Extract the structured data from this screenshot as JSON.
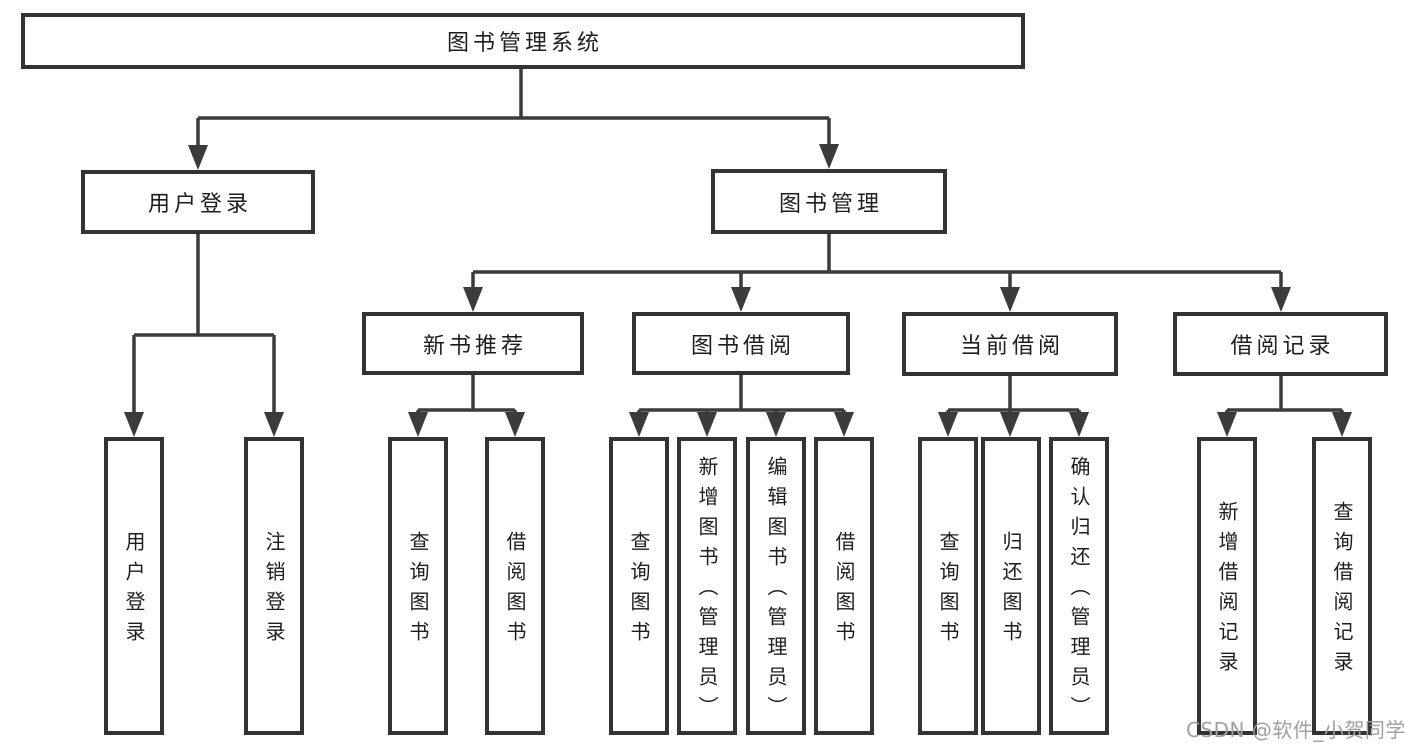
{
  "diagram": {
    "root": {
      "label": "图书管理系统"
    },
    "level2": [
      {
        "id": "user-login",
        "label": "用户登录"
      },
      {
        "id": "book-management",
        "label": "图书管理"
      }
    ],
    "level3": [
      {
        "id": "new-book-recommend",
        "label": "新书推荐"
      },
      {
        "id": "book-borrowing",
        "label": "图书借阅"
      },
      {
        "id": "current-borrowing",
        "label": "当前借阅"
      },
      {
        "id": "borrowing-records",
        "label": "借阅记录"
      }
    ],
    "leaves": [
      {
        "id": "user-login",
        "label": "用户登录"
      },
      {
        "id": "logout",
        "label": "注销登录"
      },
      {
        "id": "query-books-recommend",
        "label": "查询图书"
      },
      {
        "id": "borrow-books-recommend",
        "label": "借阅图书"
      },
      {
        "id": "query-books-borrowing",
        "label": "查询图书"
      },
      {
        "id": "add-books-admin",
        "label": "新增图书（管理员）"
      },
      {
        "id": "edit-books-admin",
        "label": "编辑图书（管理员）"
      },
      {
        "id": "borrow-books-borrowing",
        "label": "借阅图书"
      },
      {
        "id": "query-books-current",
        "label": "查询图书"
      },
      {
        "id": "return-books",
        "label": "归还图书"
      },
      {
        "id": "confirm-return-admin",
        "label": "确认归还（管理员）"
      },
      {
        "id": "add-borrow-record",
        "label": "新增借阅记录"
      },
      {
        "id": "query-borrow-record",
        "label": "查询借阅记录"
      }
    ],
    "colors": {
      "line": "#3b3b3b",
      "border": "#333333",
      "fill": "#ffffff",
      "text": "#1e1e1e"
    }
  },
  "watermark": {
    "text": "CSDN @软件_小贺同学",
    "color": "#a0a0a0"
  }
}
